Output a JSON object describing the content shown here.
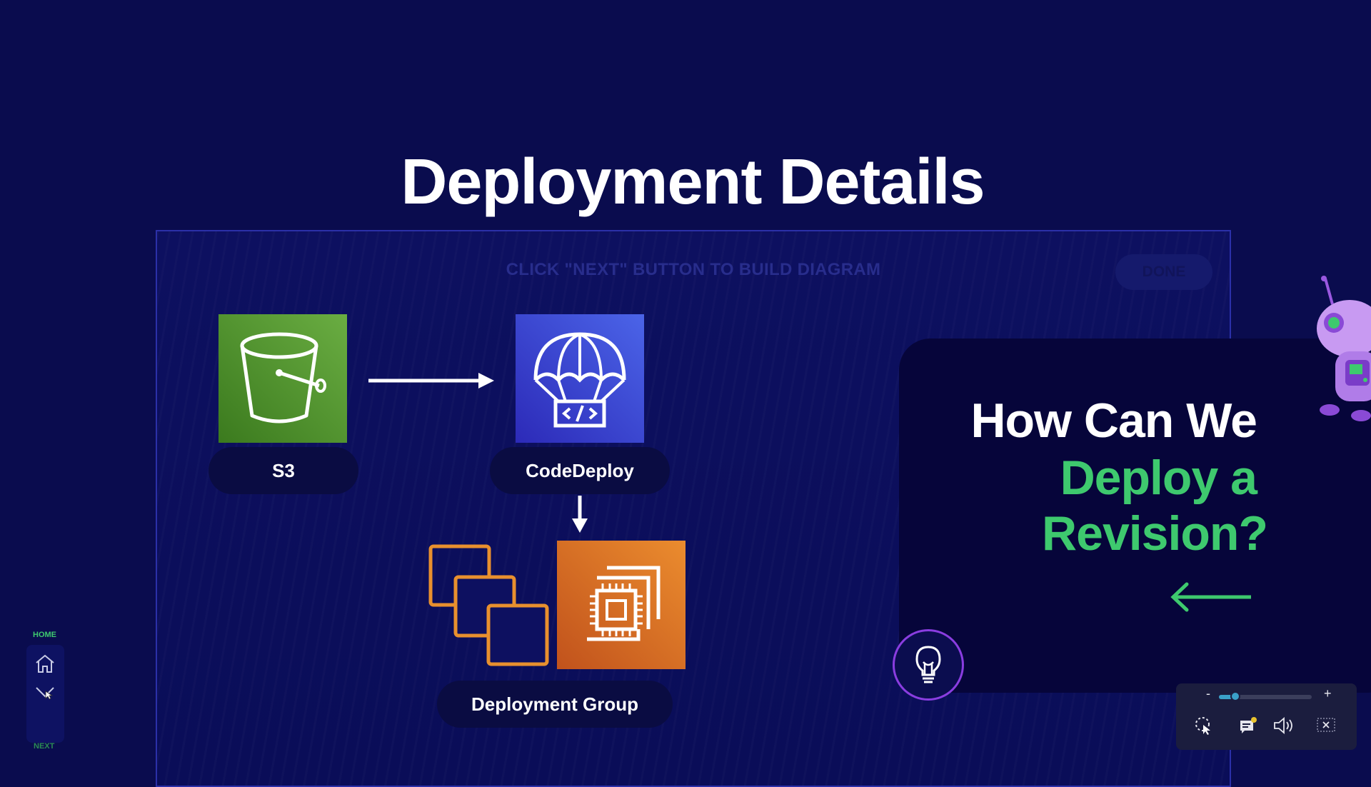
{
  "page": {
    "title": "Deployment Details",
    "instruction": "CLICK \"NEXT\" BUTTON TO BUILD DIAGRAM",
    "done_label": "DONE"
  },
  "diagram": {
    "nodes": [
      {
        "id": "s3",
        "label": "S3",
        "icon": "s3-bucket-icon",
        "color": "#5a9b34"
      },
      {
        "id": "codedeploy",
        "label": "CodeDeploy",
        "icon": "parachute-code-icon",
        "color": "#3d48d8"
      },
      {
        "id": "deployment_group",
        "label": "Deployment Group",
        "icon": "ec2-instances-icon",
        "color": "#de7a28"
      }
    ],
    "edges": [
      {
        "from": "s3",
        "to": "codedeploy"
      },
      {
        "from": "codedeploy",
        "to": "deployment_group"
      }
    ]
  },
  "side_panel": {
    "line1": "How Can We",
    "line2": "Deploy a",
    "line3": "Revision?",
    "accent_color": "#3ec96e"
  },
  "nav": {
    "home_label": "HOME",
    "next_label": "NEXT"
  },
  "player": {
    "zoom_minus": "-",
    "zoom_plus": "+",
    "zoom_level": 0.18,
    "icons": [
      "pointer-icon",
      "captions-icon",
      "volume-icon",
      "exit-fullscreen-icon"
    ]
  }
}
